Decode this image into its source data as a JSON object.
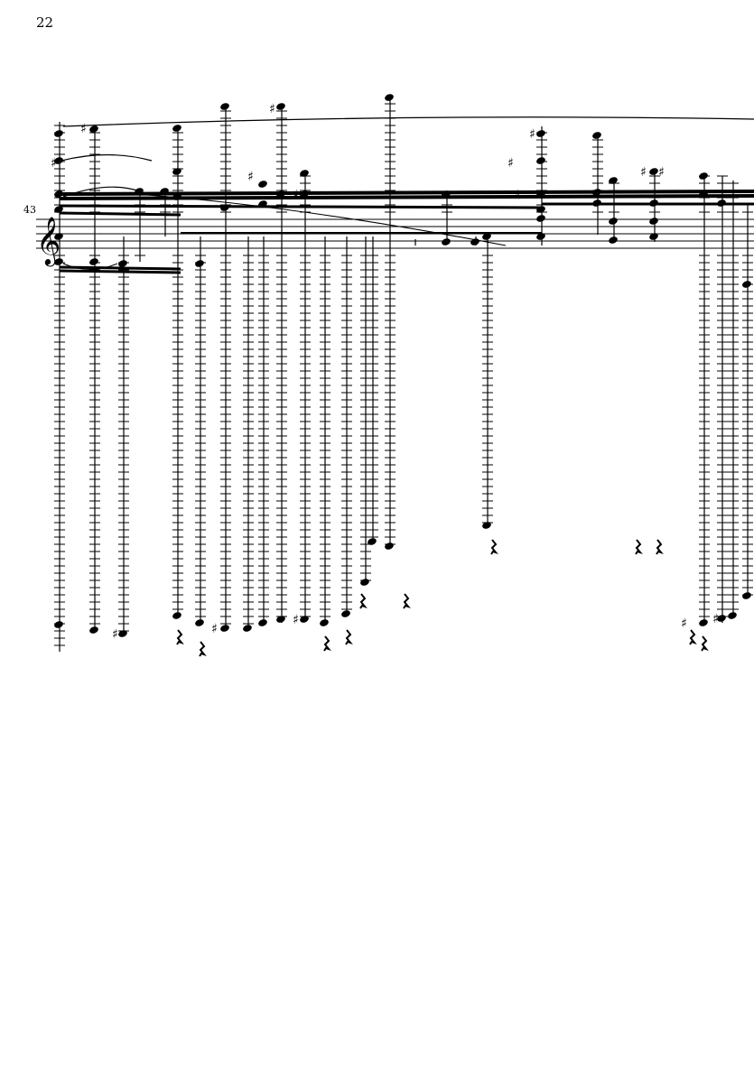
{
  "page": {
    "number": "22"
  },
  "score": {
    "measure_number": "43",
    "clef": "treble",
    "ink_color": "#000000"
  }
}
